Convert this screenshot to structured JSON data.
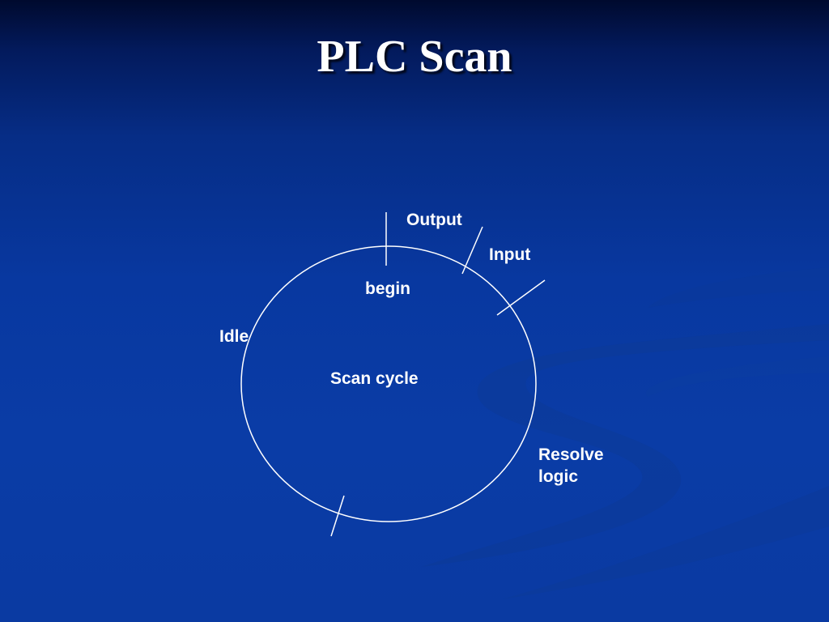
{
  "slide": {
    "title": "PLC Scan"
  },
  "diagram": {
    "labels": {
      "output": "Output",
      "input": "Input",
      "begin": "begin",
      "idle": "Idle",
      "scan_cycle": "Scan cycle",
      "resolve_line1": "Resolve",
      "resolve_line2": "logic"
    }
  },
  "colors": {
    "background_top": "#000a2e",
    "background_main": "#0a3ca6",
    "stroke": "#ffffff",
    "text": "#ffffff"
  }
}
